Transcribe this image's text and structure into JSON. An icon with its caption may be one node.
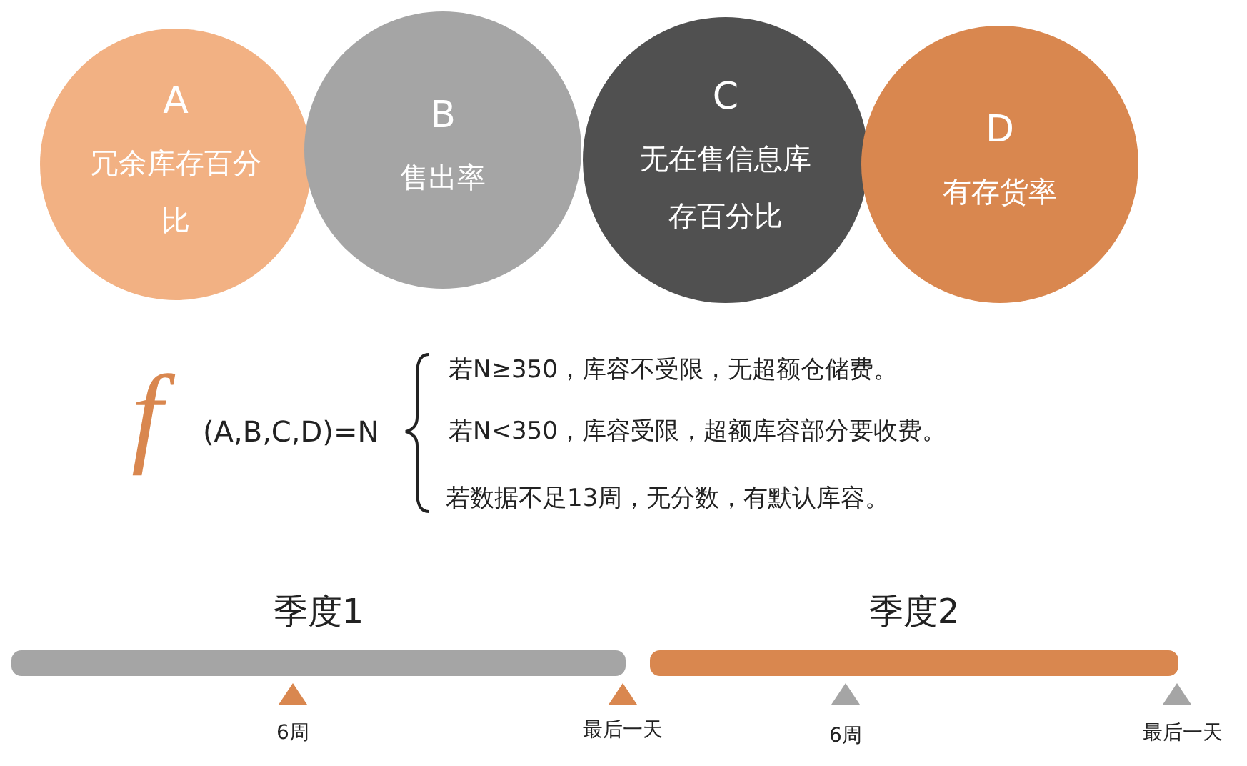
{
  "diagram": {
    "nodes": [
      {
        "text": [
          "A",
          "冗余库存百分比"
        ]
      },
      {
        "text": [
          "B",
          "售出率"
        ]
      },
      {
        "text": [
          "C",
          "无在售信息库存百分比"
        ]
      },
      {
        "text": [
          "D",
          "有存货率"
        ]
      },
      {
        "text": [
          "季度1"
        ]
      },
      {
        "text": [
          "季度2"
        ]
      }
    ],
    "labels": [
      "f",
      "(A,B,C,D)=N",
      "若N≥350，库容不受限，无超额仓储费。",
      "若N<350，库容受限，超额库容部分要收费。",
      "若数据不足13周，无分数，有默认库容。",
      "6周",
      "最后一天",
      "6周",
      "最后一天"
    ]
  }
}
